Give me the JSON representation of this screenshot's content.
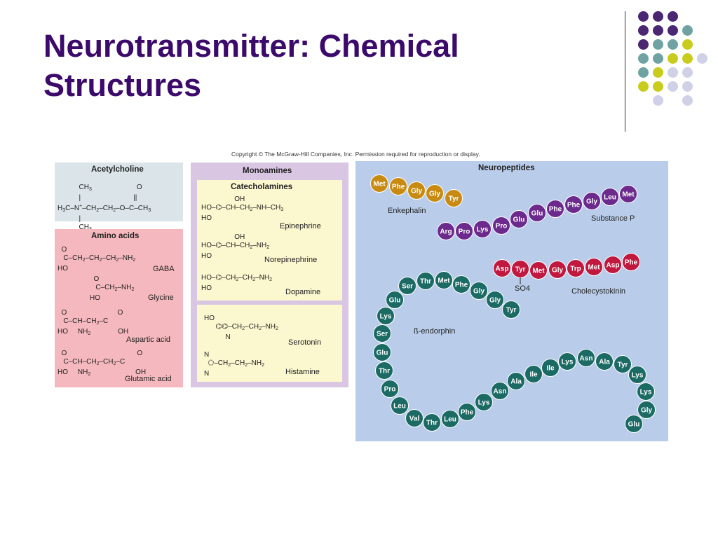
{
  "slide": {
    "title": "Neurotransmitter: Chemical Structures",
    "copyright": "Copyright © The McGraw-Hill Companies, Inc. Permission required for reproduction or display."
  },
  "decor_dots": {
    "colors": [
      "#4b2673",
      "#6fa3a3",
      "#c9cc1c",
      "#d0d0e6"
    ]
  },
  "acetylcholine": {
    "title": "Acetylcholine",
    "formula": "H3C–N+–CH2–CH2–O–C–CH3"
  },
  "amino_acids": {
    "title": "Amino acids",
    "items": [
      {
        "name": "GABA"
      },
      {
        "name": "Glycine"
      },
      {
        "name": "Aspartic acid"
      },
      {
        "name": "Glutamic acid"
      }
    ]
  },
  "monoamines": {
    "title": "Monoamines",
    "catecholamines_title": "Catecholamines",
    "catecholamines": [
      {
        "name": "Epinephrine"
      },
      {
        "name": "Norepinephrine"
      },
      {
        "name": "Dopamine"
      }
    ],
    "others": [
      {
        "name": "Serotonin"
      },
      {
        "name": "Histamine"
      }
    ]
  },
  "neuropeptides": {
    "title": "Neuropeptides",
    "colors": {
      "enkephalin": "#c88a10",
      "substance_p": "#6b2a8c",
      "cholecystokinin": "#c0183e",
      "endorphin": "#1b6a64"
    },
    "enkephalin": {
      "label": "Enkephalin",
      "residues": [
        "Met",
        "Phe",
        "Gly",
        "Gly",
        "Tyr"
      ]
    },
    "substance_p": {
      "label": "Substance P",
      "residues": [
        "Arg",
        "Pro",
        "Lys",
        "Pro",
        "Glu",
        "Glu",
        "Phe",
        "Phe",
        "Gly",
        "Leu",
        "Met"
      ]
    },
    "cholecystokinin": {
      "label": "Cholecystokinin",
      "residues": [
        "Asp",
        "Tyr",
        "Met",
        "Gly",
        "Trp",
        "Met",
        "Asp",
        "Phe"
      ],
      "so4": "SO4"
    },
    "endorphin": {
      "label": "ß-endorphin",
      "residues": [
        "Tyr",
        "Gly",
        "Gly",
        "Phe",
        "Met",
        "Thr",
        "Ser",
        "Glu",
        "Lys",
        "Ser",
        "Glu",
        "Thr",
        "Pro",
        "Leu",
        "Val",
        "Thr",
        "Leu",
        "Phe",
        "Lys",
        "Asn",
        "Ala",
        "Ile",
        "Ile",
        "Lys",
        "Asn",
        "Ala",
        "Tyr",
        "Lys",
        "Lys",
        "Gly",
        "Glu"
      ]
    }
  }
}
